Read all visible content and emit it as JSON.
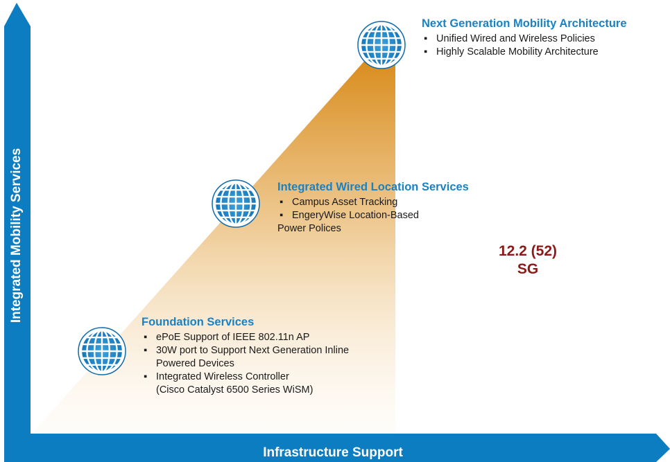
{
  "axes": {
    "y_label": "Integrated Mobility Services",
    "x_label": "Infrastructure Support"
  },
  "colors": {
    "axis_blue": "#0d7dc1",
    "heading_blue": "#1a82c4",
    "version_red": "#8b1a1a",
    "wedge_gold": "#d98c1c"
  },
  "tiers": [
    {
      "title": "Next Generation Mobility Architecture",
      "icon": "globe-icon",
      "bullets": [
        {
          "text": "Unified Wired and Wireless Policies"
        },
        {
          "text": "Highly Scalable Mobility Architecture"
        }
      ]
    },
    {
      "title": "Integrated Wired Location Services",
      "icon": "globe-icon",
      "bullets": [
        {
          "text": "Campus Asset Tracking"
        },
        {
          "text": "EngeryWise Location-Based"
        }
      ],
      "continuation": "Power Polices"
    },
    {
      "title": "Foundation Services",
      "icon": "globe-icon",
      "bullets": [
        {
          "text": "ePoE Support of IEEE 802.11n AP"
        },
        {
          "text": "30W port to Support Next Generation Inline",
          "continuation": "Powered Devices"
        },
        {
          "text": "Integrated Wireless Controller",
          "continuation": "(Cisco Catalyst 6500 Series WiSM)"
        }
      ]
    }
  ],
  "version": {
    "line1": "12.2 (52)",
    "line2": "SG"
  }
}
